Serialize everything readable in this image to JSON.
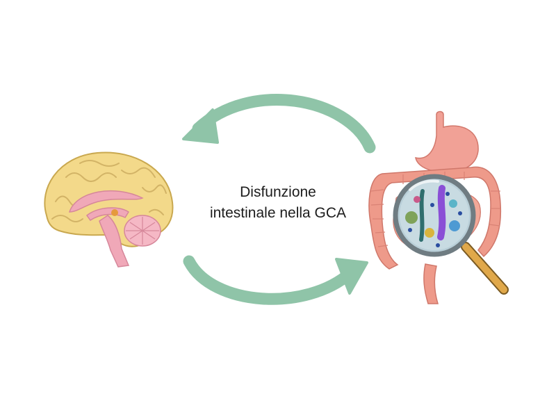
{
  "diagram": {
    "caption": {
      "line1": "Disfunzione",
      "line2": "intestinale nella GCA"
    },
    "nodes": [
      {
        "id": "brain",
        "icon": "brain-sagittal-icon"
      },
      {
        "id": "gut",
        "icon": "intestine-magnifier-icon"
      }
    ],
    "edges": [
      {
        "from": "gut",
        "to": "brain",
        "direction": "top, right-to-left"
      },
      {
        "from": "brain",
        "to": "gut",
        "direction": "bottom, left-to-right"
      }
    ],
    "colors": {
      "arrow": "#8fc4a8",
      "brain_cortex": "#f3d98a",
      "brain_inner": "#f0a8b8",
      "gut": "#ee9a8a",
      "stomach": "#f1a196",
      "lens_glass": "#b9cfd8",
      "lens_handle": "#e0a84a"
    }
  }
}
